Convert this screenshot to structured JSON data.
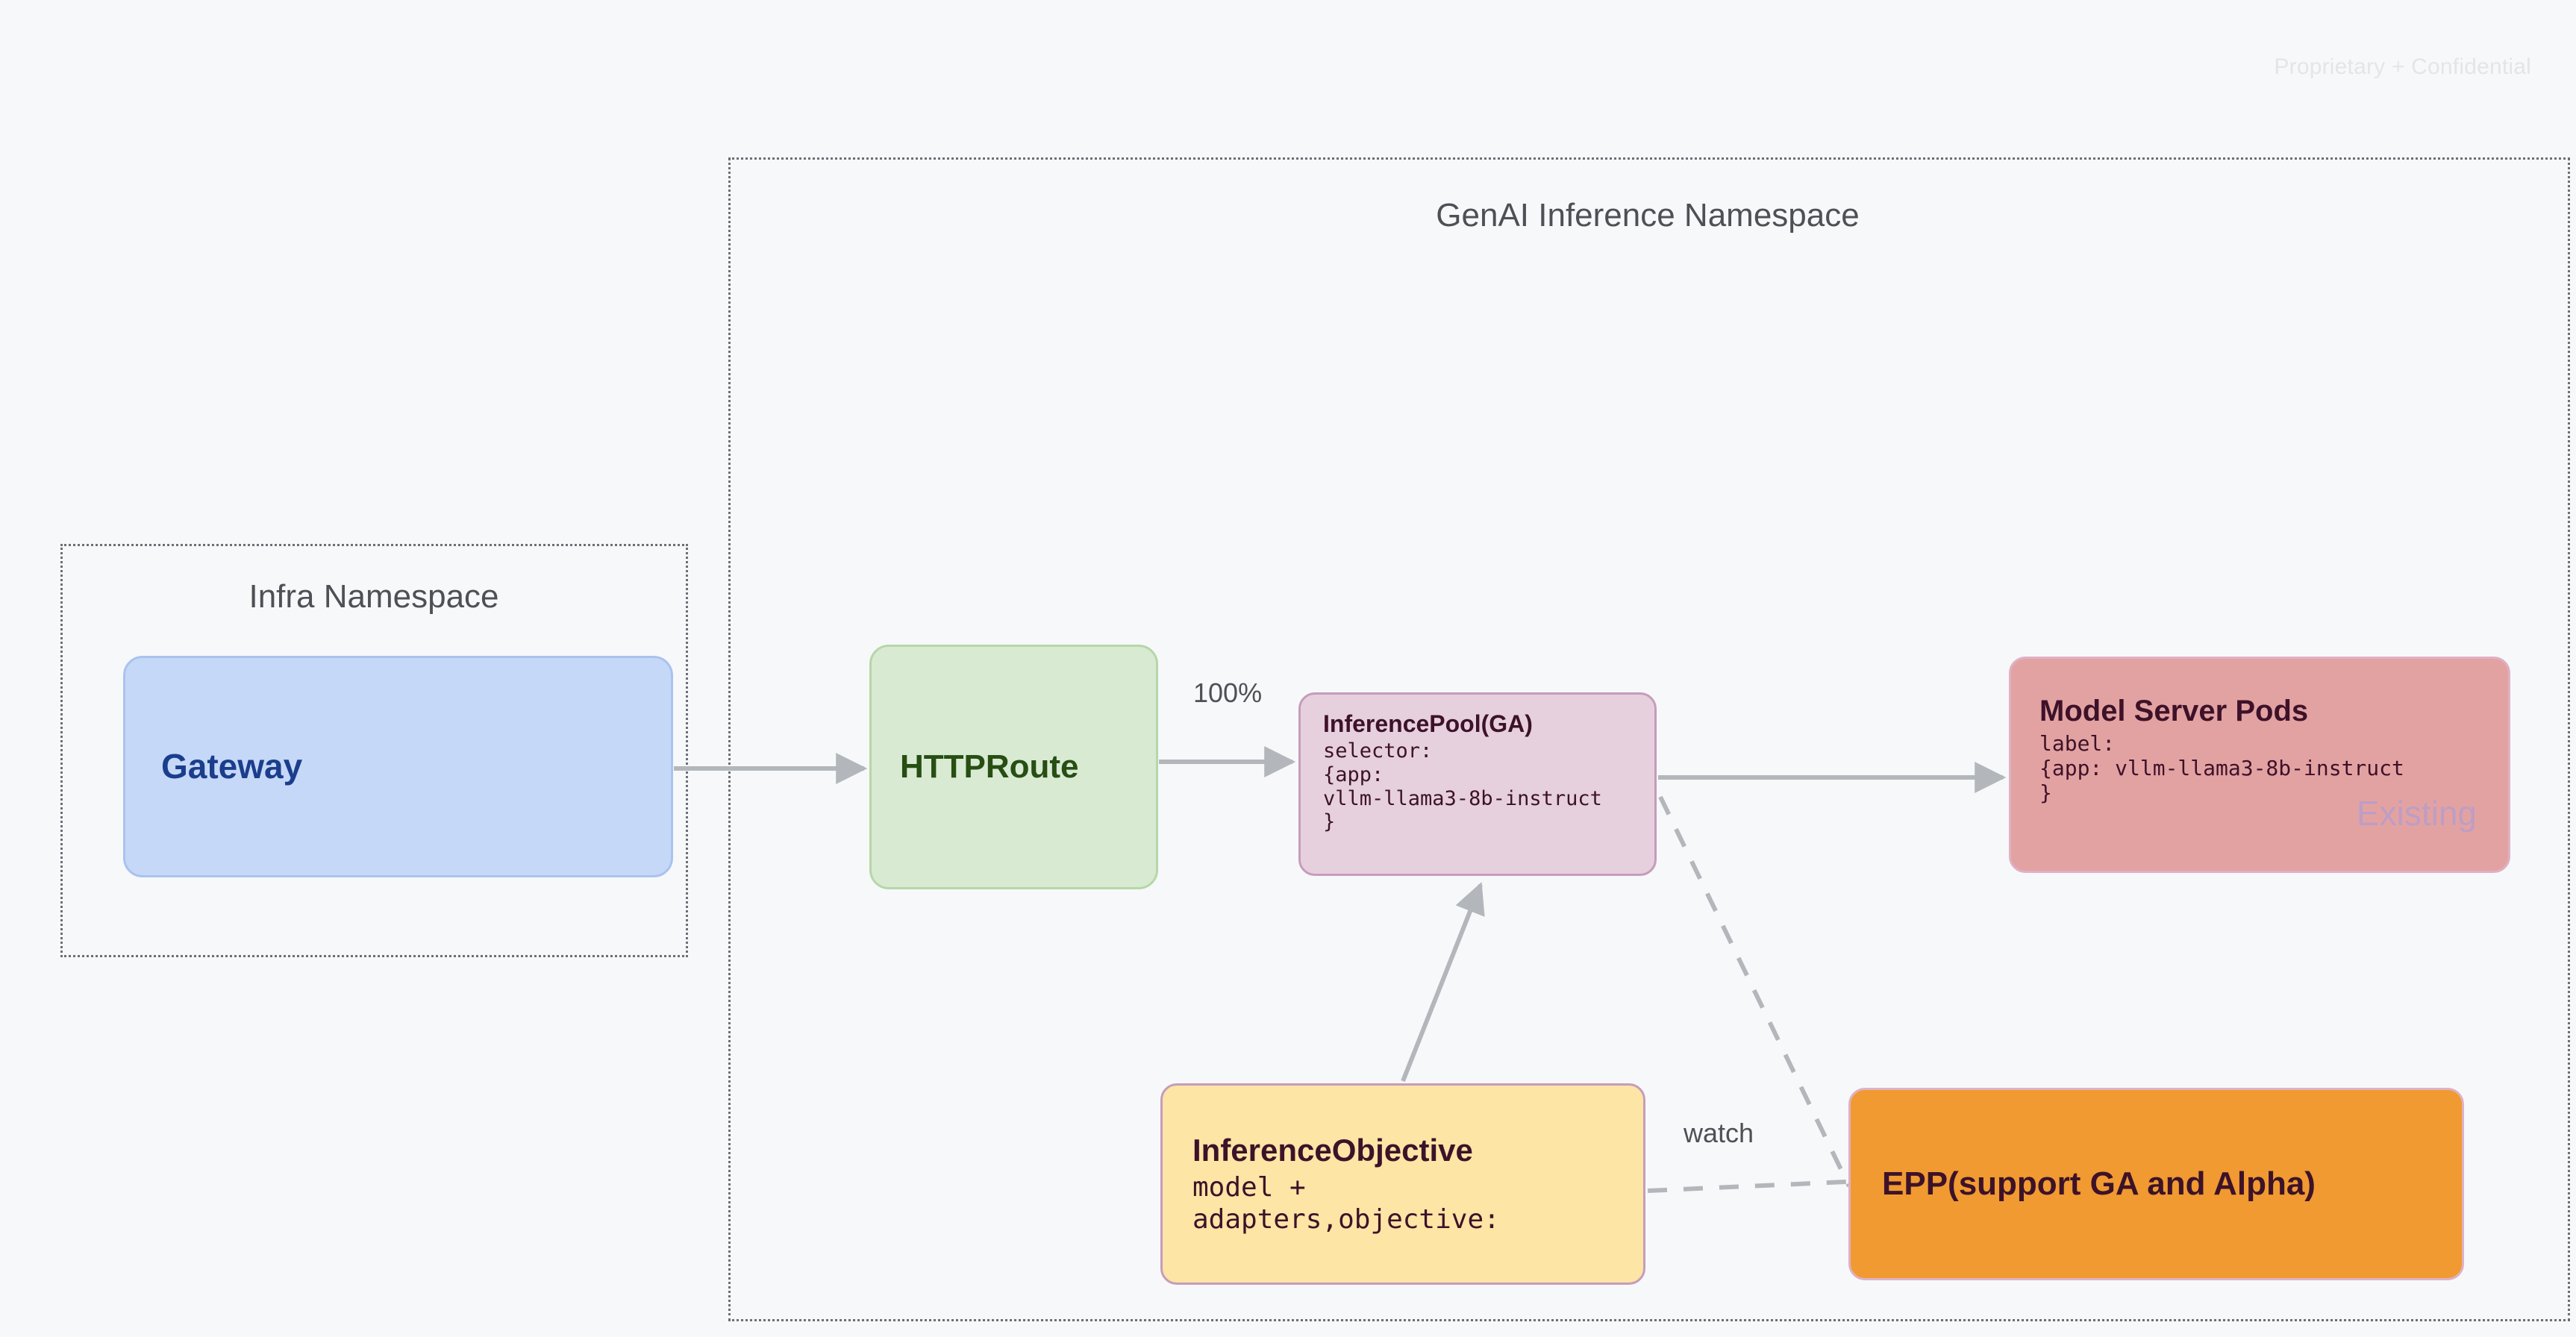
{
  "page": {
    "confidential_notice": "Proprietary + Confidential",
    "background": "#f7f8fa"
  },
  "namespaces": [
    {
      "id": "infra",
      "title": "Infra Namespace"
    },
    {
      "id": "genai",
      "title": "GenAI Inference Namespace"
    }
  ],
  "nodes": {
    "gateway": {
      "title": "Gateway",
      "color": "#c6d8f7",
      "text_color": "#1a3e8c"
    },
    "httproute": {
      "title": "HTTPRoute",
      "color": "#d9ead3",
      "text_color": "#274e13"
    },
    "inferencepool": {
      "title": "InferencePool(GA)",
      "code": "selector:\n{app:\nvllm-llama3-8b-instruct\n}",
      "color": "#e6d0de",
      "text_color": "#3d1229"
    },
    "modelpods": {
      "title": "Model Server Pods",
      "code": "label:\n{app: vllm-llama3-8b-instruct\n}",
      "watermark": "Existing",
      "color": "#e3a2a2",
      "text_color": "#3d1229",
      "watermark_color": "#bd9ec4"
    },
    "inferenceobjective": {
      "title": "InferenceObjective",
      "code": "model +\nadapters,objective:",
      "color": "#fce5a5",
      "text_color": "#3d1229"
    },
    "epp": {
      "title": "EPP(support GA and Alpha)",
      "color": "#f09a31",
      "text_color": "#3d1229"
    }
  },
  "edges": [
    {
      "id": "gateway-to-httproute",
      "label": "",
      "style": "solid"
    },
    {
      "id": "httproute-to-inferencepool",
      "label": "100%",
      "style": "solid"
    },
    {
      "id": "inferencepool-to-modelpods",
      "label": "",
      "style": "solid"
    },
    {
      "id": "inferenceobjective-to-inferencepool",
      "label": "",
      "style": "solid"
    },
    {
      "id": "inferencepool-to-epp",
      "label": "",
      "style": "dashed"
    },
    {
      "id": "inferenceobjective-to-epp",
      "label": "watch",
      "style": "dashed"
    }
  ]
}
